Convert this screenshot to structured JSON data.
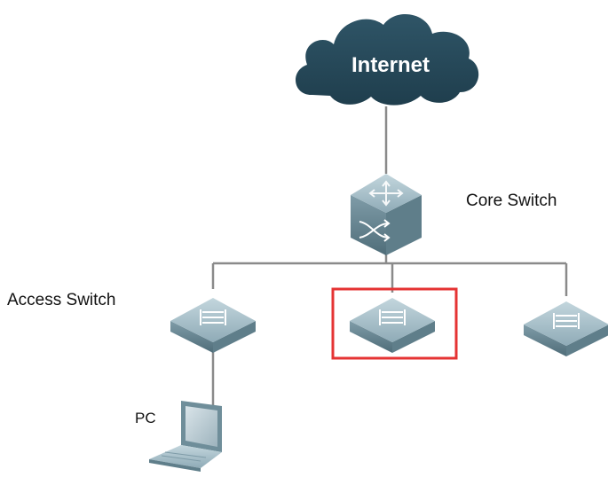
{
  "nodes": {
    "internet": {
      "label": "Internet",
      "icon": "cloud-icon"
    },
    "core_switch": {
      "label": "Core Switch",
      "icon": "core-switch-icon"
    },
    "access_switch": {
      "label": "Access Switch",
      "icon": "access-switch-icon"
    },
    "pc": {
      "label": "PC",
      "icon": "laptop-icon"
    }
  },
  "colors": {
    "cloud": "#2a4d5e",
    "line": "#888888",
    "switch_top": "#a7c1cb",
    "switch_side": "#6f8e9a",
    "highlight": "#e53333"
  }
}
